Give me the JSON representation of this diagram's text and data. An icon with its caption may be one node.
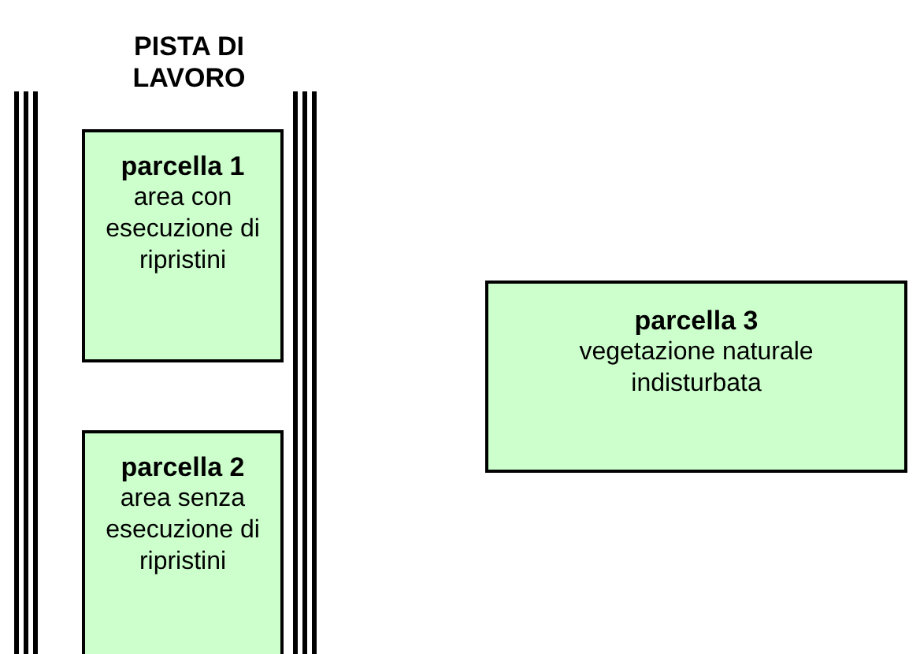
{
  "diagram": {
    "nodes": [
      {
        "text": [
          "parcella 1",
          "area con esecuzione di ripristini"
        ]
      },
      {
        "text": [
          "parcella 2",
          "area senza esecuzione di ripristini"
        ]
      },
      {
        "text": [
          "parcella 3",
          "vegetazione naturale indisturbata"
        ]
      }
    ],
    "labels": [
      "PISTA DI LAVORO"
    ]
  }
}
